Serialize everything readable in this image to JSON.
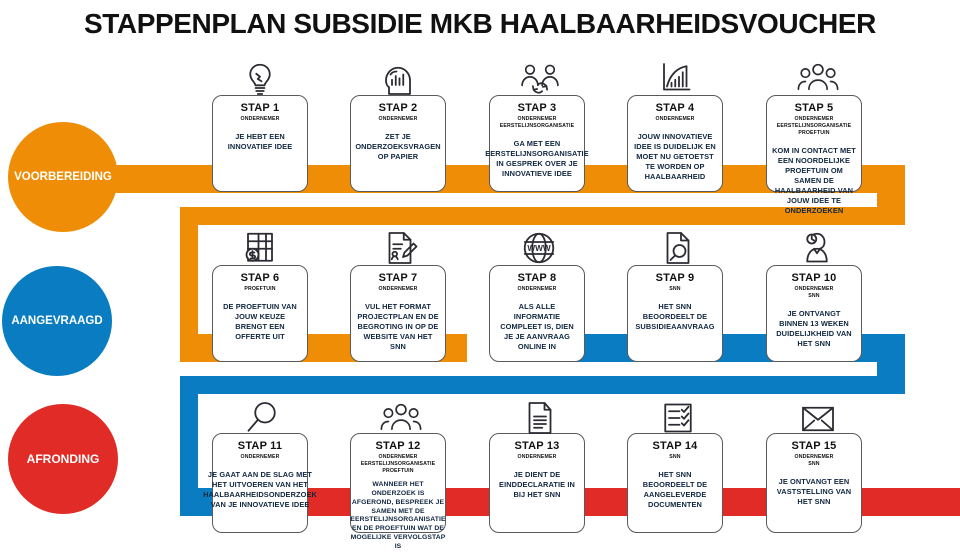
{
  "page": {
    "title": "STAPPENPLAN SUBSIDIE MKB HAALBAARHEIDSVOUCHER"
  },
  "colors": {
    "orange": "#EF8E06",
    "blue": "#0A7DC2",
    "red": "#E12B26",
    "card_border": "#5A5A5A",
    "text_dark": "#10263F",
    "icon_stroke": "#2B2B33"
  },
  "phases": [
    {
      "id": "voorbereiding",
      "label": "VOORBEREIDING",
      "color": "#EF8E06"
    },
    {
      "id": "aangevraagd",
      "label": "AANGEVRAAGD",
      "color": "#0A7DC2"
    },
    {
      "id": "afronding",
      "label": "AFRONDING",
      "color": "#E12B26"
    }
  ],
  "steps": [
    {
      "number": "STAP 1",
      "roles": [
        "ONDERNEMER"
      ],
      "body": "JE HEBT EEN INNOVATIEF IDEE",
      "icon": "lightbulb-idea-icon"
    },
    {
      "number": "STAP 2",
      "roles": [
        "ONDERNEMER"
      ],
      "body": "ZET JE ONDERZOEKSVRAGEN OP PAPIER",
      "icon": "head-thinking-icon"
    },
    {
      "number": "STAP 3",
      "roles": [
        "ONDERNEMER",
        "EERSTELIJNSORGANISATIE"
      ],
      "body": "GA MET EEN EERSTELIJNSORGANISATIE IN GESPREK OVER JE INNOVATIEVE IDEE",
      "icon": "two-people-exchange-icon"
    },
    {
      "number": "STAP 4",
      "roles": [
        "ONDERNEMER"
      ],
      "body": "JOUW INNOVATIEVE IDEE IS DUIDELIJK EN MOET NU GETOETST TE WORDEN OP HAALBAARHEID",
      "icon": "growth-chart-icon"
    },
    {
      "number": "STAP 5",
      "roles": [
        "ONDERNEMER",
        "EERSTELIJNSORGANISATIE",
        "PROEFTUIN"
      ],
      "body": "KOM IN CONTACT MET EEN NOORDELIJKE PROEFTUIN OM SAMEN DE HAALBAARHEID VAN JOUW IDEE TE ONDERZOEKEN",
      "icon": "group-of-people-icon"
    },
    {
      "number": "STAP 6",
      "roles": [
        "PROEFTUIN"
      ],
      "body": "DE PROEFTUIN VAN JOUW KEUZE BRENGT EEN OFFERTE UIT",
      "icon": "invoice-money-icon"
    },
    {
      "number": "STAP 7",
      "roles": [
        "ONDERNEMER"
      ],
      "body": "VUL HET FORMAT PROJECTPLAN EN DE BEGROTING IN OP DE WEBSITE VAN HET SNN",
      "icon": "document-pen-icon"
    },
    {
      "number": "STAP 8",
      "roles": [
        "ONDERNEMER"
      ],
      "body": "ALS ALLE INFORMATIE COMPLEET IS, DIEN JE JE AANVRAAG ONLINE IN",
      "icon": "www-globe-icon"
    },
    {
      "number": "STAP 9",
      "roles": [
        "SNN"
      ],
      "body": "HET SNN BEOORDEELT DE SUBSIDIEAANVRAAG",
      "icon": "document-magnifier-icon"
    },
    {
      "number": "STAP 10",
      "roles": [
        "ONDERNEMER",
        "SNN"
      ],
      "body": "JE ONTVANGT BINNEN 13 WEKEN DUIDELIJKHEID VAN HET SNN",
      "icon": "person-clock-icon"
    },
    {
      "number": "STAP 11",
      "roles": [
        "ONDERNEMER"
      ],
      "body": "JE GAAT AAN DE SLAG MET HET UITVOEREN VAN HET HAALBAARHEIDSONDERZOEK VAN JE INNOVATIEVE IDEE",
      "icon": "magnifier-search-icon"
    },
    {
      "number": "STAP 12",
      "roles": [
        "ONDERNEMER",
        "EERSTELIJNSORGANISATIE",
        "PROEFTUIN"
      ],
      "body": "WANNEER HET ONDERZOEK IS AFGEROND, BESPREEK JE SAMEN MET DE EERSTELIJNSORGANISATIE EN DE PROEFTUIN WAT DE MOGELIJKE VERVOLGSTAP IS",
      "icon": "group-of-people-icon"
    },
    {
      "number": "STAP 13",
      "roles": [
        "ONDERNEMER"
      ],
      "body": "JE DIENT DE EINDDECLARATIE IN BIJ HET SNN",
      "icon": "document-lines-icon"
    },
    {
      "number": "STAP 14",
      "roles": [
        "SNN"
      ],
      "body": "HET SNN BEOORDEELT DE AANGELEVERDE DOCUMENTEN",
      "icon": "checklist-icon"
    },
    {
      "number": "STAP 15",
      "roles": [
        "ONDERNEMER",
        "SNN"
      ],
      "body": "JE ONTVANGT EEN VASTSTELLING VAN HET SNN",
      "icon": "envelope-mail-icon"
    }
  ]
}
